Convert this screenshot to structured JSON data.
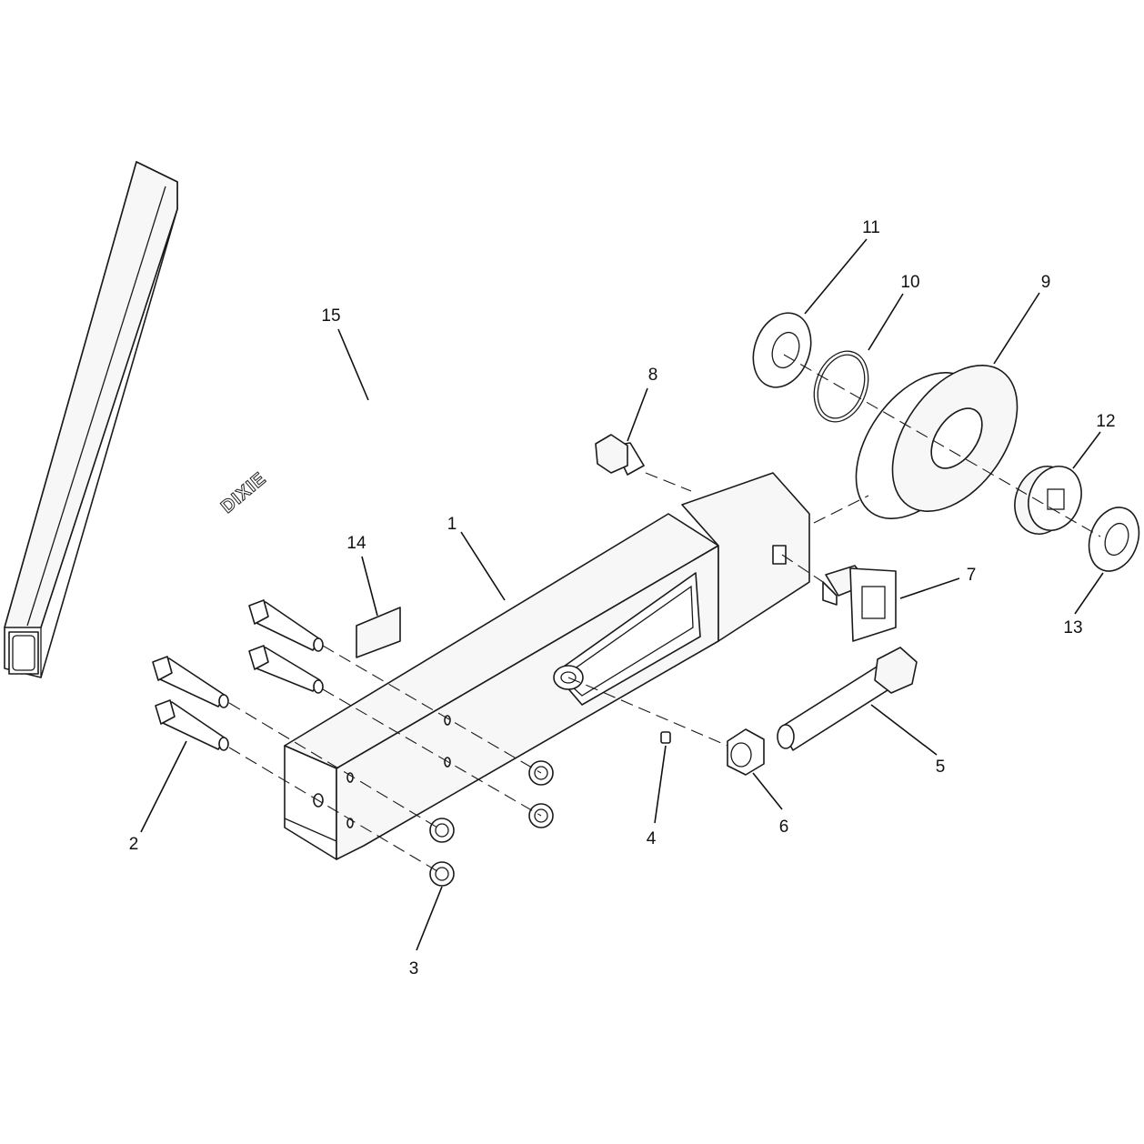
{
  "diagram": {
    "brand_text": "DIXIE",
    "callouts": [
      "1",
      "2",
      "3",
      "4",
      "5",
      "6",
      "7",
      "8",
      "9",
      "10",
      "11",
      "12",
      "13",
      "14",
      "15"
    ]
  }
}
